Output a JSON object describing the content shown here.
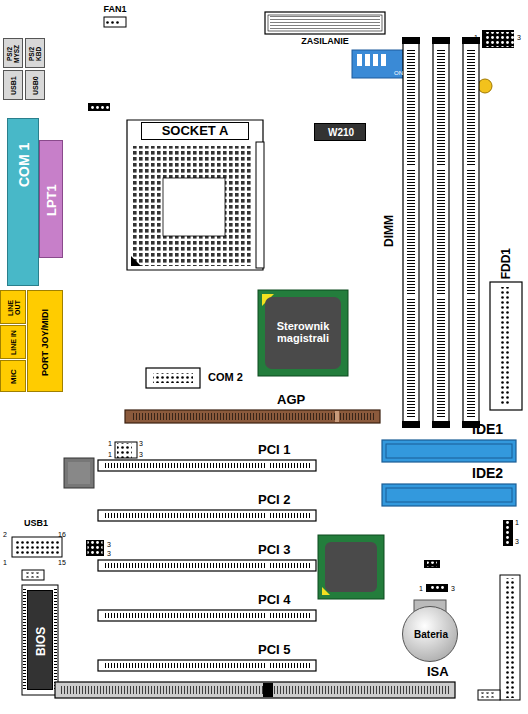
{
  "diagram": {
    "nodes": [
      {
        "text": [
          "FAN1"
        ]
      },
      {
        "text": [
          "ZASILANIE"
        ]
      },
      {
        "text": [
          "PS/2 MYSZ"
        ]
      },
      {
        "text": [
          "PS/2 KBD"
        ]
      },
      {
        "text": [
          "USB1"
        ]
      },
      {
        "text": [
          "USB0"
        ]
      },
      {
        "text": [
          "COM 1"
        ]
      },
      {
        "text": [
          "LPT1"
        ]
      },
      {
        "text": [
          "SOCKET A"
        ]
      },
      {
        "text": [
          "W210"
        ]
      },
      {
        "text": [
          "DIMM"
        ]
      },
      {
        "text": [
          "FDD1"
        ]
      },
      {
        "text": [
          "Sterownik magistrali"
        ]
      },
      {
        "text": [
          "LINE OUT"
        ]
      },
      {
        "text": [
          "LINE IN"
        ]
      },
      {
        "text": [
          "MIC"
        ]
      },
      {
        "text": [
          "PORT JOY/MIDI"
        ]
      },
      {
        "text": [
          "COM 2"
        ]
      },
      {
        "text": [
          "AGP"
        ]
      },
      {
        "text": [
          "IDE1"
        ]
      },
      {
        "text": [
          "IDE2"
        ]
      },
      {
        "text": [
          "PCI 1"
        ]
      },
      {
        "text": [
          "PCI 2"
        ]
      },
      {
        "text": [
          "PCI 3"
        ]
      },
      {
        "text": [
          "PCI 4"
        ]
      },
      {
        "text": [
          "PCI 5"
        ]
      },
      {
        "text": [
          "ISA"
        ]
      },
      {
        "text": [
          "USB1"
        ]
      },
      {
        "text": [
          "BIOS"
        ]
      },
      {
        "text": [
          "Bateria"
        ]
      }
    ],
    "labels": [
      "1",
      "3",
      "ON",
      "1",
      "3",
      "1",
      "3",
      "2",
      "16",
      "1",
      "15",
      "3",
      "3",
      "1",
      "3",
      "1",
      "3"
    ]
  }
}
